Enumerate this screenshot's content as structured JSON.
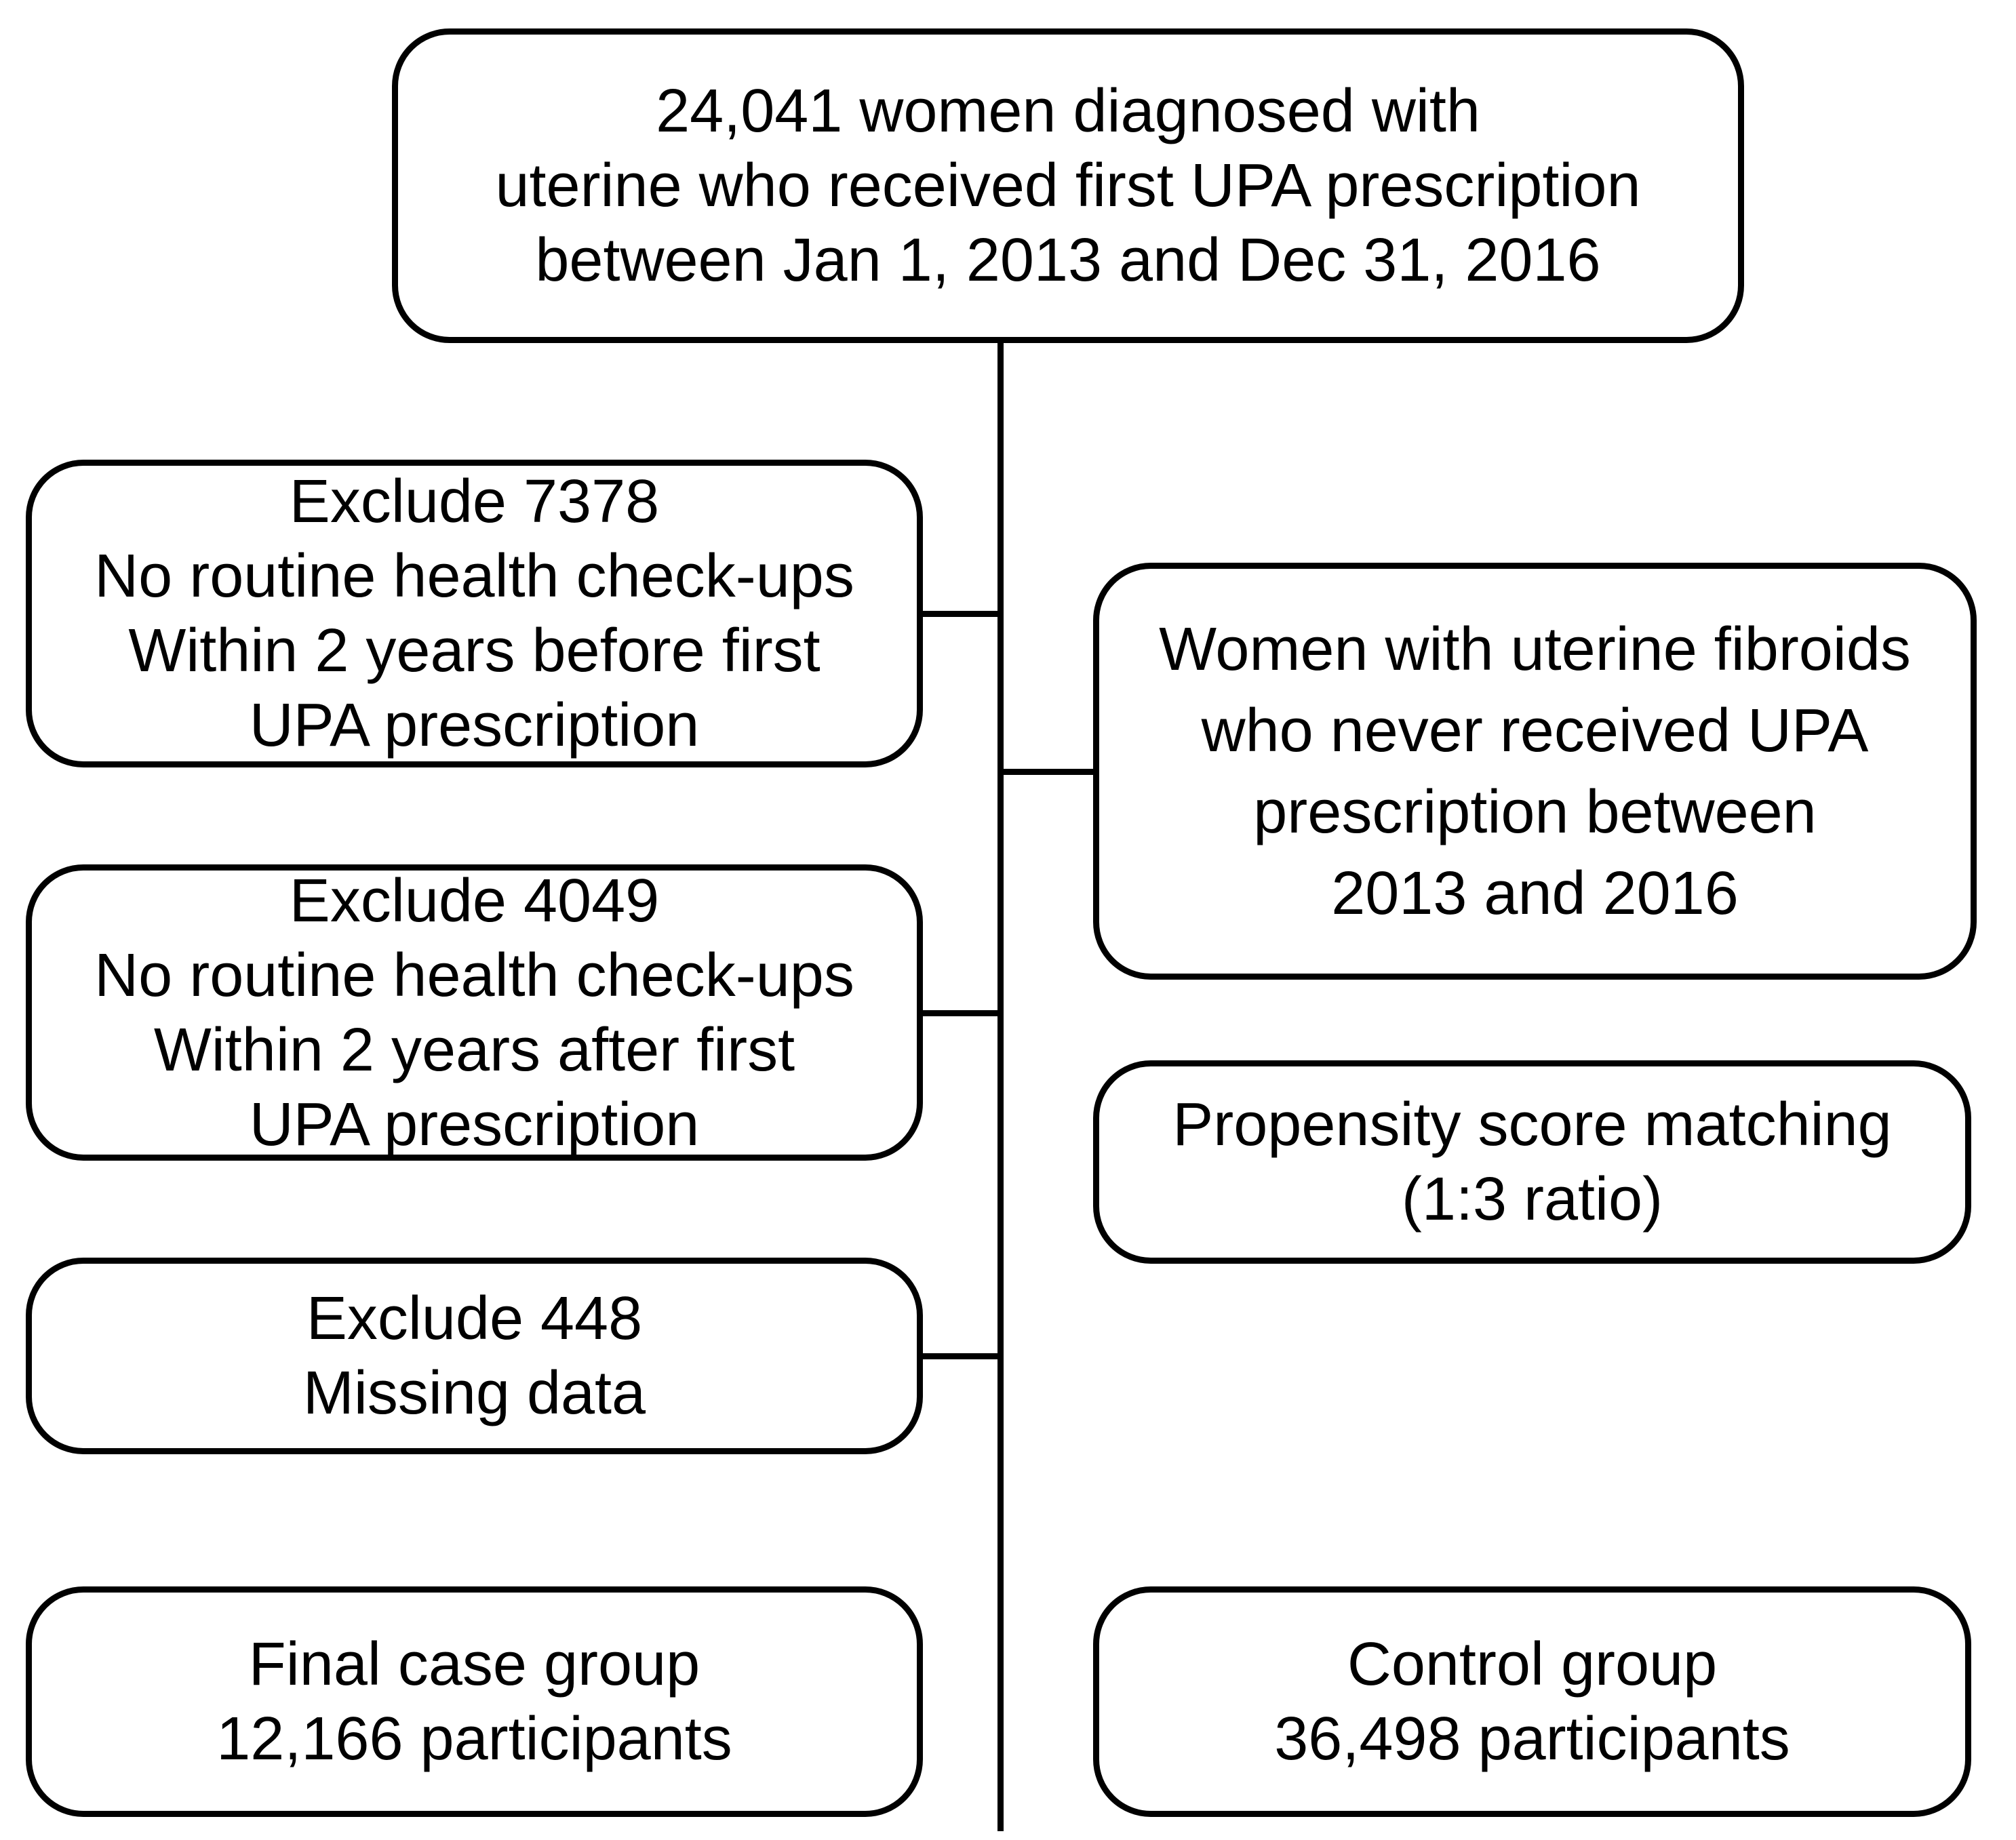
{
  "colors": {
    "background": "#ffffff",
    "line": "#000000",
    "text": "#000000"
  },
  "boxes": {
    "initial": {
      "lines": [
        "24,041 women diagnosed with",
        "uterine who received first UPA prescription",
        "between Jan 1, 2013 and Dec 31, 2016"
      ]
    },
    "exclude_before": {
      "lines": [
        "Exclude 7378",
        "No routine health check-ups",
        "Within 2 years before first",
        "UPA prescription"
      ]
    },
    "never_upa": {
      "lines": [
        "Women with uterine fibroids",
        "who never received UPA",
        "prescription between",
        "2013 and 2016"
      ]
    },
    "exclude_after": {
      "lines": [
        "Exclude 4049",
        "No routine health check-ups",
        "Within 2 years after first",
        "UPA prescription"
      ]
    },
    "propensity": {
      "lines": [
        "Propensity score matching",
        "(1:3 ratio)"
      ]
    },
    "exclude_missing": {
      "lines": [
        "Exclude 448",
        "Missing data"
      ]
    },
    "final_case": {
      "lines": [
        "Final case group",
        "12,166 participants"
      ]
    },
    "control": {
      "lines": [
        "Control group",
        "36,498 participants"
      ]
    }
  },
  "edges": [
    {
      "from": "initial",
      "to": "exclude_before"
    },
    {
      "from": "initial",
      "to": "never_upa"
    },
    {
      "from": "initial",
      "to": "exclude_after"
    },
    {
      "from": "initial",
      "to": "exclude_missing"
    }
  ]
}
